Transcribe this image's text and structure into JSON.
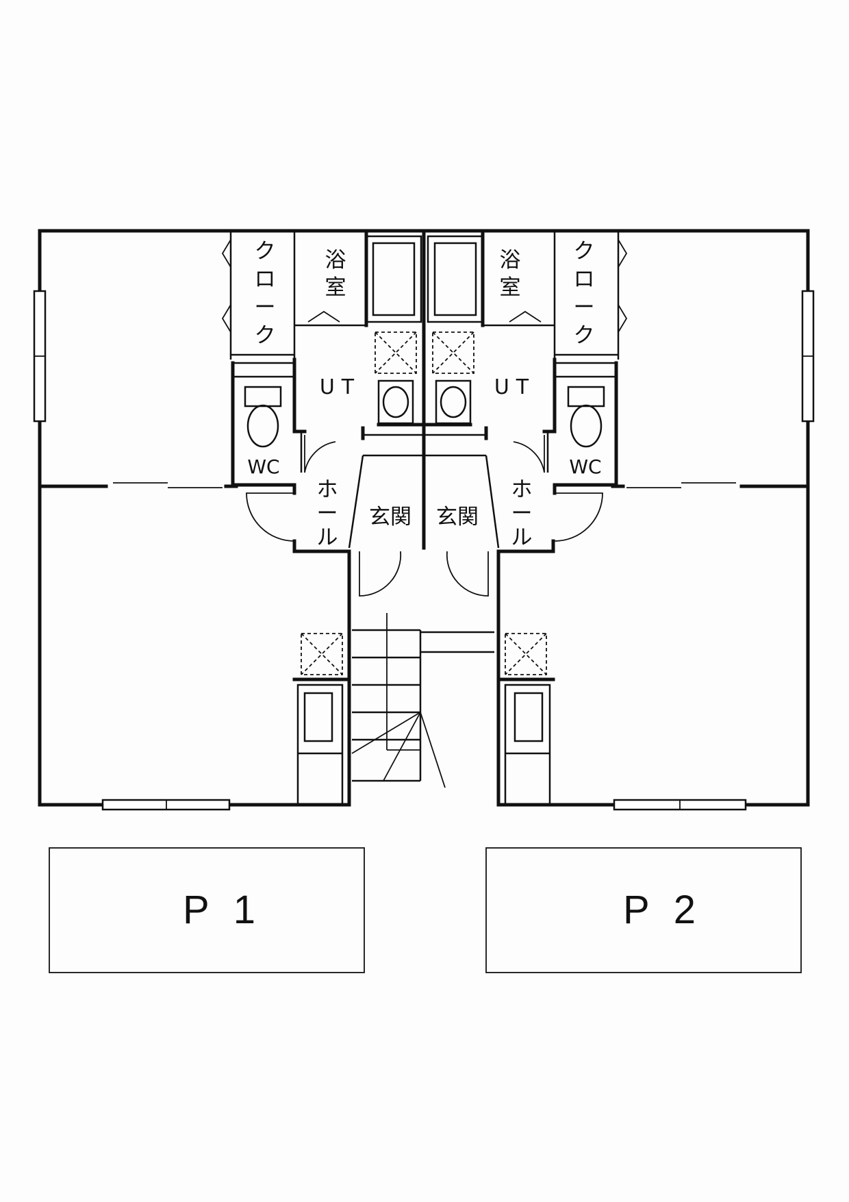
{
  "rooms": {
    "left": {
      "cloak": [
        "ク",
        "ロ",
        "ー",
        "ク"
      ],
      "bath": [
        "浴",
        "室"
      ],
      "utility": "UT",
      "toilet": "WC",
      "hall": [
        "ホ",
        "ー",
        "ル"
      ],
      "entrance": "玄関"
    },
    "right": {
      "cloak": [
        "ク",
        "ロ",
        "ー",
        "ク"
      ],
      "bath": [
        "浴",
        "室"
      ],
      "utility": "UT",
      "toilet": "WC",
      "hall": [
        "ホ",
        "ー",
        "ル"
      ],
      "entrance": "玄関"
    }
  },
  "parking": [
    {
      "label": "P 1"
    },
    {
      "label": "P 2"
    }
  ]
}
